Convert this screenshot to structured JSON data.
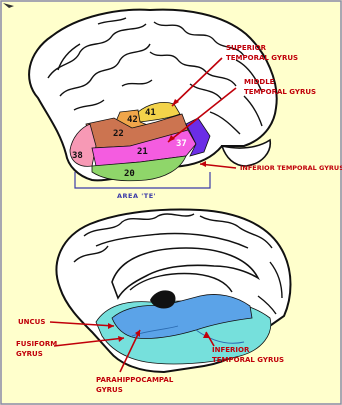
{
  "colors": {
    "background": "#ffffcc",
    "border": "#8a8aa8",
    "outline": "#111111",
    "label_red": "#c0000a",
    "area_te_blue": "#3b3ba8",
    "area_41": "#f3d34a",
    "area_42": "#f0a64a",
    "area_22": "#cc7450",
    "area_38": "#f799b5",
    "area_21": "#f45ce0",
    "area_20": "#8fd66a",
    "area_37": "#6b2de6",
    "medial_blue": "#5ba3e8",
    "medial_cyan": "#76e0dc"
  },
  "lateral": {
    "area_labels": [
      "41",
      "42",
      "22",
      "38",
      "21",
      "37",
      "20"
    ],
    "callouts": {
      "superior_1": "SUPERIOR",
      "superior_2": "TEMPORAL GYRUS",
      "middle_1": "MIDDLE",
      "middle_2": "TEMPORAL GYRUS",
      "inferior": "INFERIOR TEMPORAL GYRUS"
    },
    "area_te": "AREA 'TE'"
  },
  "medial": {
    "callouts": {
      "uncus": "UNCUS",
      "fusiform_1": "FUSIFORM",
      "fusiform_2": "GYRUS",
      "inferior_1": "INFERIOR",
      "inferior_2": "TEMPORAL GYRUS",
      "parahippo_1": "PARAHIPPOCAMPAL",
      "parahippo_2": "GYRUS"
    }
  }
}
